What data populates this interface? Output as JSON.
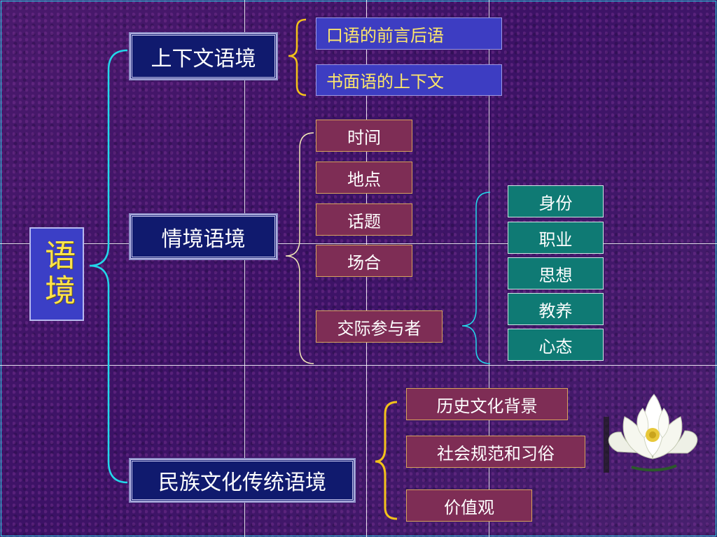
{
  "root": {
    "label": "语境"
  },
  "categories": [
    {
      "label": "上下文语境"
    },
    {
      "label": "情境语境"
    },
    {
      "label": "民族文化传统语境"
    }
  ],
  "context_items": [
    "口语的前言后语",
    "书面语的上下文"
  ],
  "situation_items": [
    "时间",
    "地点",
    "话题",
    "场合",
    "交际参与者"
  ],
  "participant_items": [
    "身份",
    "职业",
    "思想",
    "教养",
    "心态"
  ],
  "culture_items": [
    "历史文化背景",
    "社会规范和习俗",
    "价值观"
  ],
  "colors": {
    "root_bg": "#3b3fc6",
    "root_text": "#ffe44a",
    "category_bg": "#101a6e",
    "blue_box": "#3d3dc2",
    "red_box": "#7e2d55",
    "teal_box": "#0f7a74",
    "brace_cyan": "#22d8ea",
    "brace_gold": "#f3c21a",
    "brace_light": "#f2e6b8"
  },
  "decor": {
    "image": "white-lotus-flower"
  }
}
